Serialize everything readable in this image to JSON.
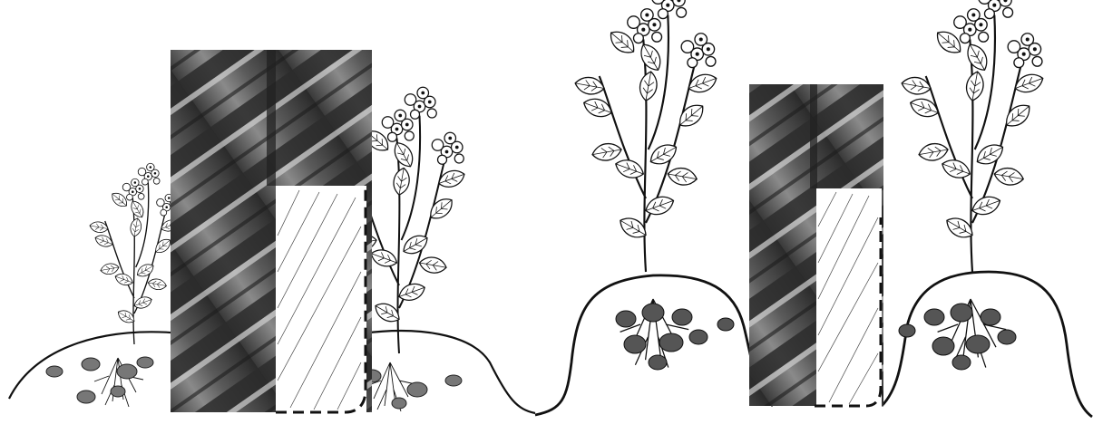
{
  "figure": {
    "panels": [
      {
        "id": "left",
        "ridge_shape": "low-flat-ridge"
      },
      {
        "id": "right",
        "ridge_shape": "tall-rounded-ridge"
      }
    ],
    "elements": [
      "potato-plant",
      "tractor-tire-tread",
      "tire-cross-section-dashed-outline",
      "tubers",
      "roots",
      "soil-ridge-profile"
    ]
  },
  "colors": {
    "ink": "#111111",
    "tire_dark": "#2e2e2e",
    "tire_mid": "#6f6f6f",
    "tire_light": "#bdbdbd",
    "tuber": "#777777",
    "background": "#ffffff"
  }
}
